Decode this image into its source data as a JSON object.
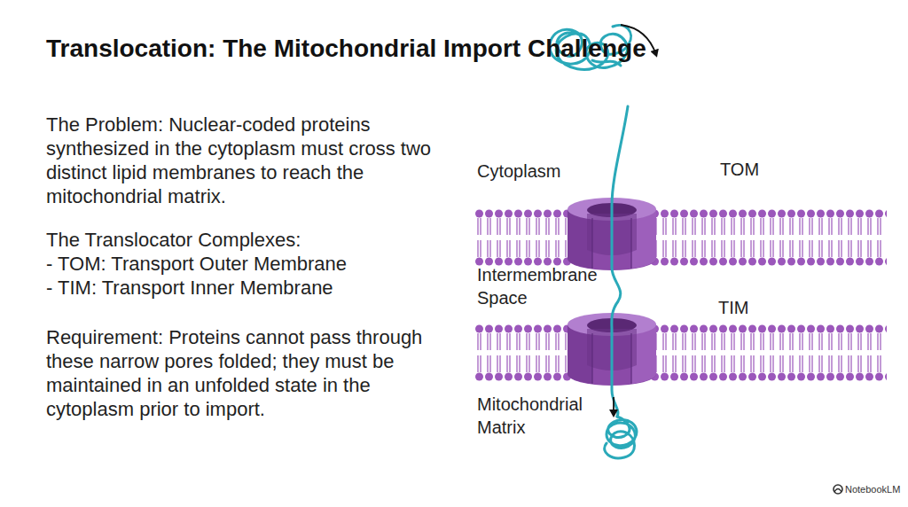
{
  "diagram": {
    "title": "Translocation: The Mitochondrial Import Challenge",
    "nodes": [
      {
        "text": [
          "TOM"
        ]
      },
      {
        "text": [
          "TIM"
        ]
      }
    ],
    "labels": [
      "The Problem: Nuclear-coded proteins synthesized in the cytoplasm must cross two distinct lipid membranes to reach the mitochondrial matrix.",
      "The Translocator Complexes:",
      "- TOM: Transport Outer Membrane",
      "- TIM: Transport Inner Membrane",
      "Requirement: Proteins cannot pass through these narrow pores folded; they must be maintained in an unfolded state in the cytoplasm prior to import.",
      "Cytoplasm",
      "Intermembrane Space",
      "Mitochondrial Matrix",
      "NotebookLM"
    ]
  }
}
